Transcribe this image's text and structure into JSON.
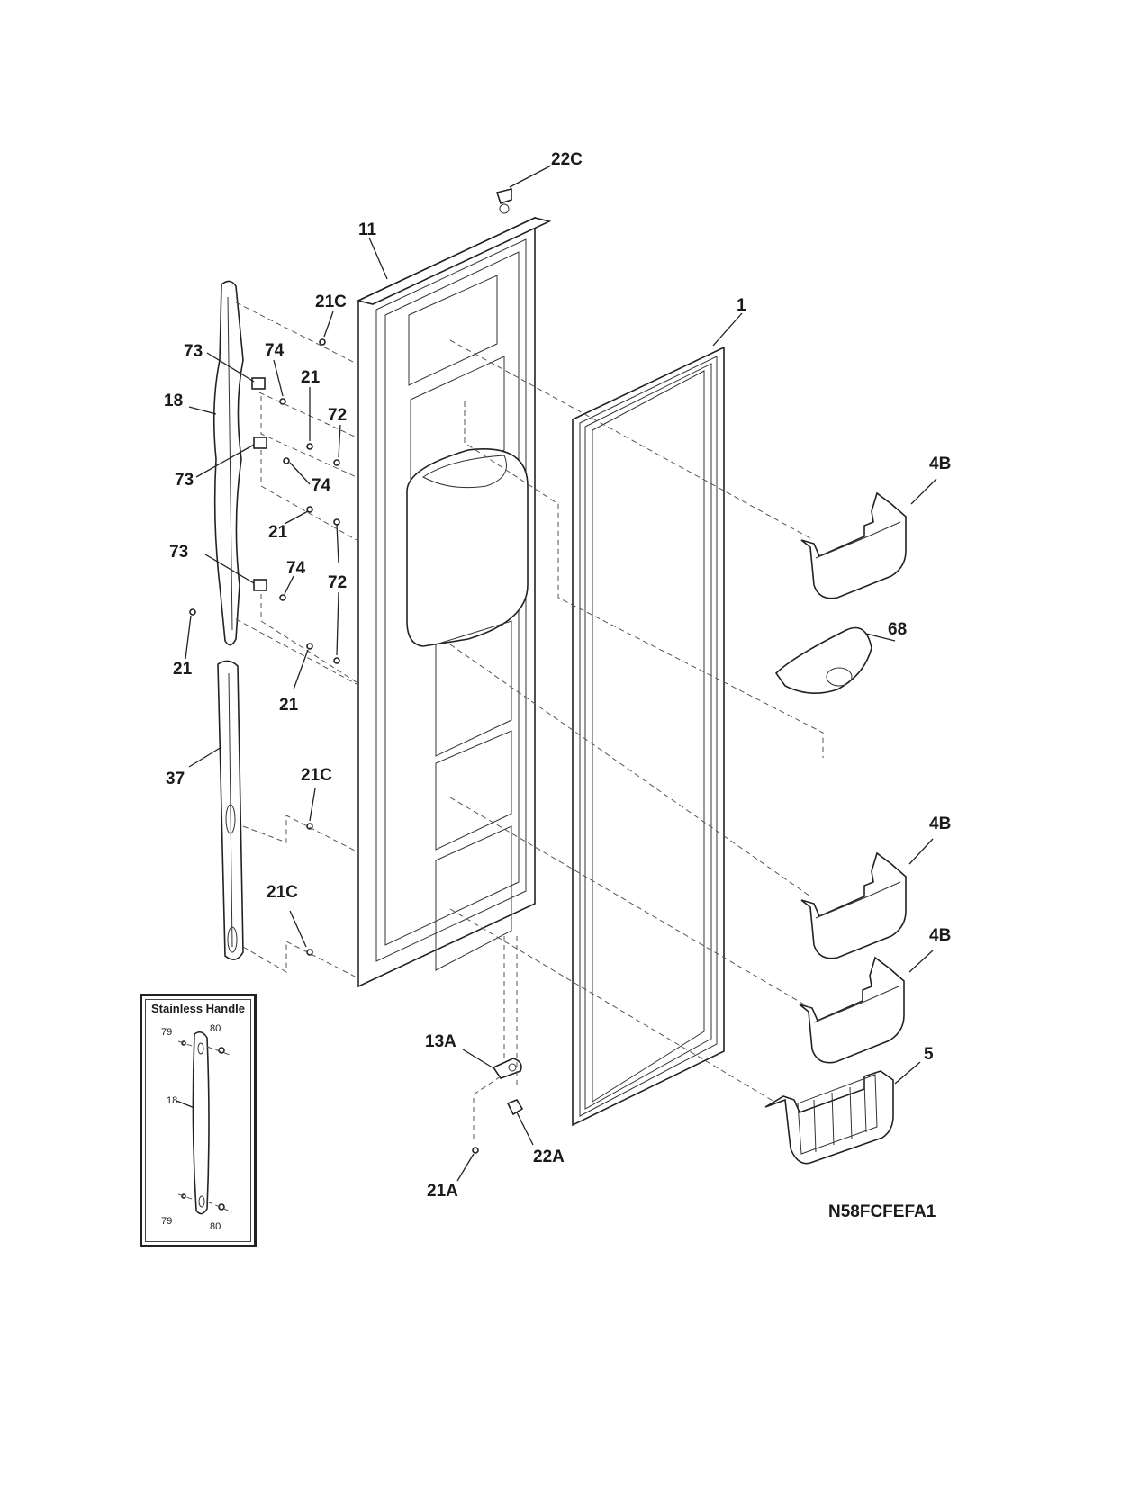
{
  "callouts": {
    "c22C_top": "22C",
    "c11": "11",
    "c1": "1",
    "c21C_a": "21C",
    "c73_a": "73",
    "c74_a": "74",
    "c18": "18",
    "c21_a": "21",
    "c72_a": "72",
    "c73_b": "73",
    "c74_b": "74",
    "c21_b": "21",
    "c73_c": "73",
    "c74_c": "74",
    "c72_b": "72",
    "c21_c": "21",
    "c21_d": "21",
    "c37": "37",
    "c21C_b": "21C",
    "c21C_c": "21C",
    "c4B_a": "4B",
    "c68": "68",
    "c4B_b": "4B",
    "c4B_c": "4B",
    "c5": "5",
    "c13A": "13A",
    "c22A": "22A",
    "c21A": "21A"
  },
  "inset": {
    "title": "Stainless Handle",
    "l79_top": "79",
    "l80_top": "80",
    "l18": "18",
    "l79_bottom": "79",
    "l80_bottom": "80"
  },
  "model_code": "N58FCFEFA1"
}
